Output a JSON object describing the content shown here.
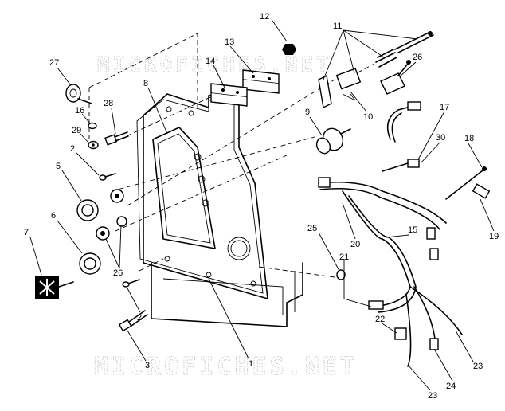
{
  "watermark": {
    "top": "MICROFICHES.NET",
    "bottom": "MICROFICHES.NET"
  },
  "callouts": [
    {
      "id": "c1",
      "text": "1"
    },
    {
      "id": "c2a",
      "text": "2"
    },
    {
      "id": "c2b",
      "text": "2"
    },
    {
      "id": "c3",
      "text": "3"
    },
    {
      "id": "c5",
      "text": "5"
    },
    {
      "id": "c6",
      "text": "6"
    },
    {
      "id": "c7",
      "text": "7"
    },
    {
      "id": "c8",
      "text": "8"
    },
    {
      "id": "c9",
      "text": "9"
    },
    {
      "id": "c10",
      "text": "10"
    },
    {
      "id": "c11",
      "text": "11"
    },
    {
      "id": "c12",
      "text": "12"
    },
    {
      "id": "c13",
      "text": "13"
    },
    {
      "id": "c14",
      "text": "14"
    },
    {
      "id": "c15",
      "text": "15"
    },
    {
      "id": "c16",
      "text": "16"
    },
    {
      "id": "c17",
      "text": "17"
    },
    {
      "id": "c18",
      "text": "18"
    },
    {
      "id": "c19",
      "text": "19"
    },
    {
      "id": "c20",
      "text": "20"
    },
    {
      "id": "c21",
      "text": "21"
    },
    {
      "id": "c22",
      "text": "22"
    },
    {
      "id": "c23a",
      "text": "23"
    },
    {
      "id": "c23b",
      "text": "23"
    },
    {
      "id": "c24",
      "text": "24"
    },
    {
      "id": "c25",
      "text": "25"
    },
    {
      "id": "c26a",
      "text": "26"
    },
    {
      "id": "c26b",
      "text": "26"
    },
    {
      "id": "c27",
      "text": "27"
    },
    {
      "id": "c28",
      "text": "28"
    },
    {
      "id": "c29",
      "text": "29"
    },
    {
      "id": "c30",
      "text": "30"
    }
  ]
}
